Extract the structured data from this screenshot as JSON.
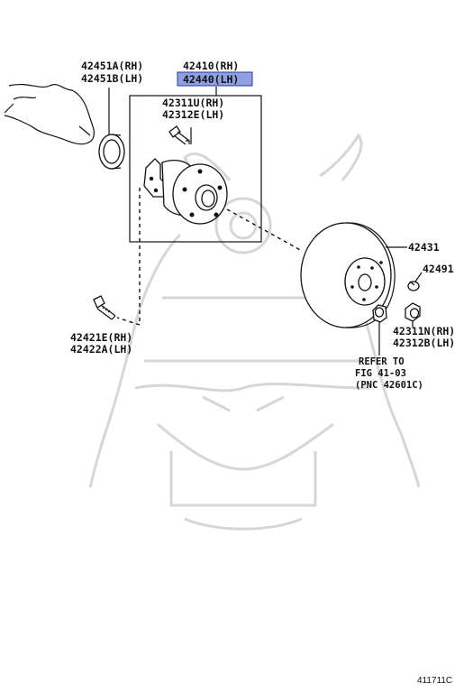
{
  "labels": {
    "seal_rh": "42451A(RH)",
    "seal_lh": "42451B(LH)",
    "hub_assy_rh": "42410(RH)",
    "hub_assy_lh": "42440(LH)",
    "hub_bolt_rh": "42311U(RH)",
    "hub_bolt_lh": "42312E(LH)",
    "carrier_bolt_rh": "42421E(RH)",
    "carrier_bolt_lh": "42422A(LH)",
    "disc": "42431",
    "screw": "42491",
    "nut_rh": "42311N(RH)",
    "nut_lh": "42312B(LH)",
    "refer_line1": "REFER TO",
    "refer_line2": "FIG 41-03",
    "refer_line3": "(PNC 42601C)",
    "diagram_code": "411711C"
  },
  "highlight": {
    "color": "#8f9fe0",
    "part": "42440(LH)"
  }
}
